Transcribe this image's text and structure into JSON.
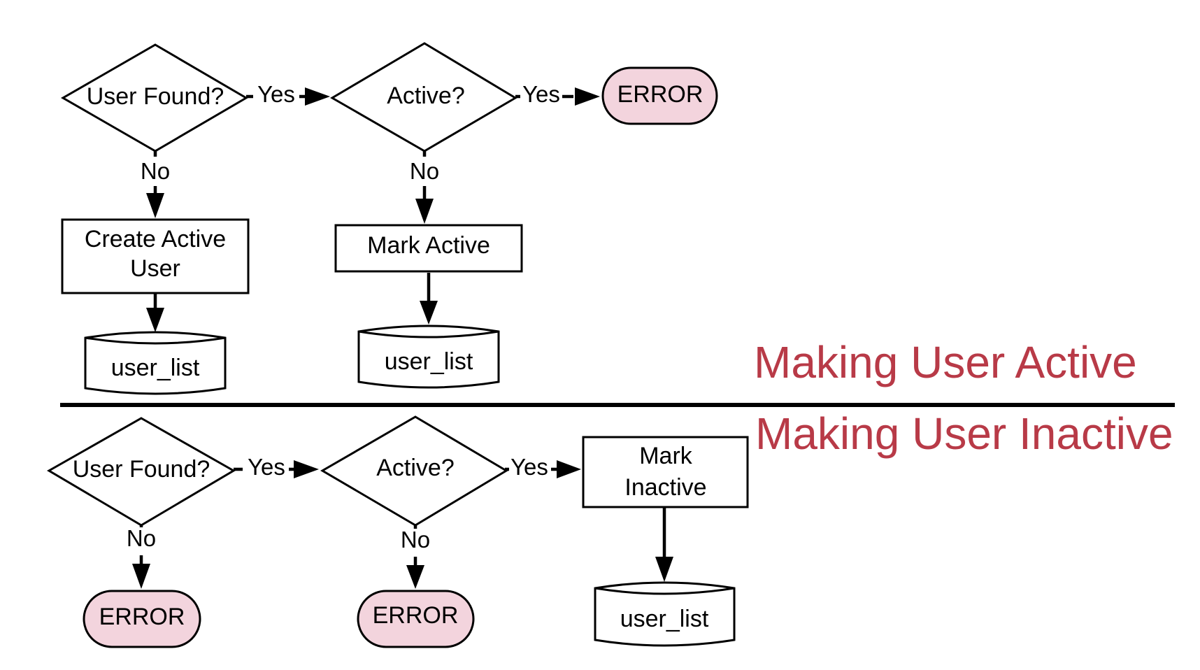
{
  "colors": {
    "accent_title": "#b83a47",
    "error_fill": "#f3d4dd",
    "stroke": "#000000",
    "background": "#ffffff"
  },
  "sections": {
    "active_title": "Making User Active",
    "inactive_title": "Making User Inactive"
  },
  "nodes": {
    "a_user_found": "User Found?",
    "a_active": "Active?",
    "a_error": "ERROR",
    "a_create_line1": "Create Active",
    "a_create_line2": "User",
    "a_mark_active": "Mark Active",
    "a_db1": "user_list",
    "a_db2": "user_list",
    "i_user_found": "User Found?",
    "i_active": "Active?",
    "i_mark_line1": "Mark",
    "i_mark_line2": "Inactive",
    "i_error1": "ERROR",
    "i_error2": "ERROR",
    "i_db": "user_list"
  },
  "edges": {
    "a_yes1": "Yes",
    "a_yes2": "Yes",
    "a_no1": "No",
    "a_no2": "No",
    "i_yes1": "Yes",
    "i_yes2": "Yes",
    "i_no1": "No",
    "i_no2": "No"
  }
}
